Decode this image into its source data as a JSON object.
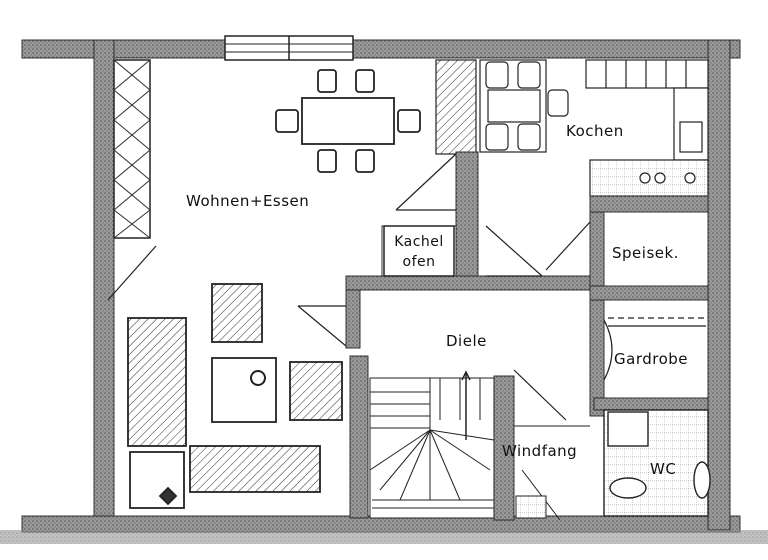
{
  "rooms": {
    "wohnen_essen": "Wohnen+Essen",
    "kochen": "Kochen",
    "kachelofen_line1": "Kachel",
    "kachelofen_line2": "ofen",
    "speisek": "Speisek.",
    "diele": "Diele",
    "gardrobe": "Gardrobe",
    "windfang": "Windfang",
    "wc": "WC"
  },
  "colors": {
    "wall": "#8a8a8a",
    "wall_dark": "#555555",
    "line": "#222222",
    "paper": "#ffffff"
  }
}
